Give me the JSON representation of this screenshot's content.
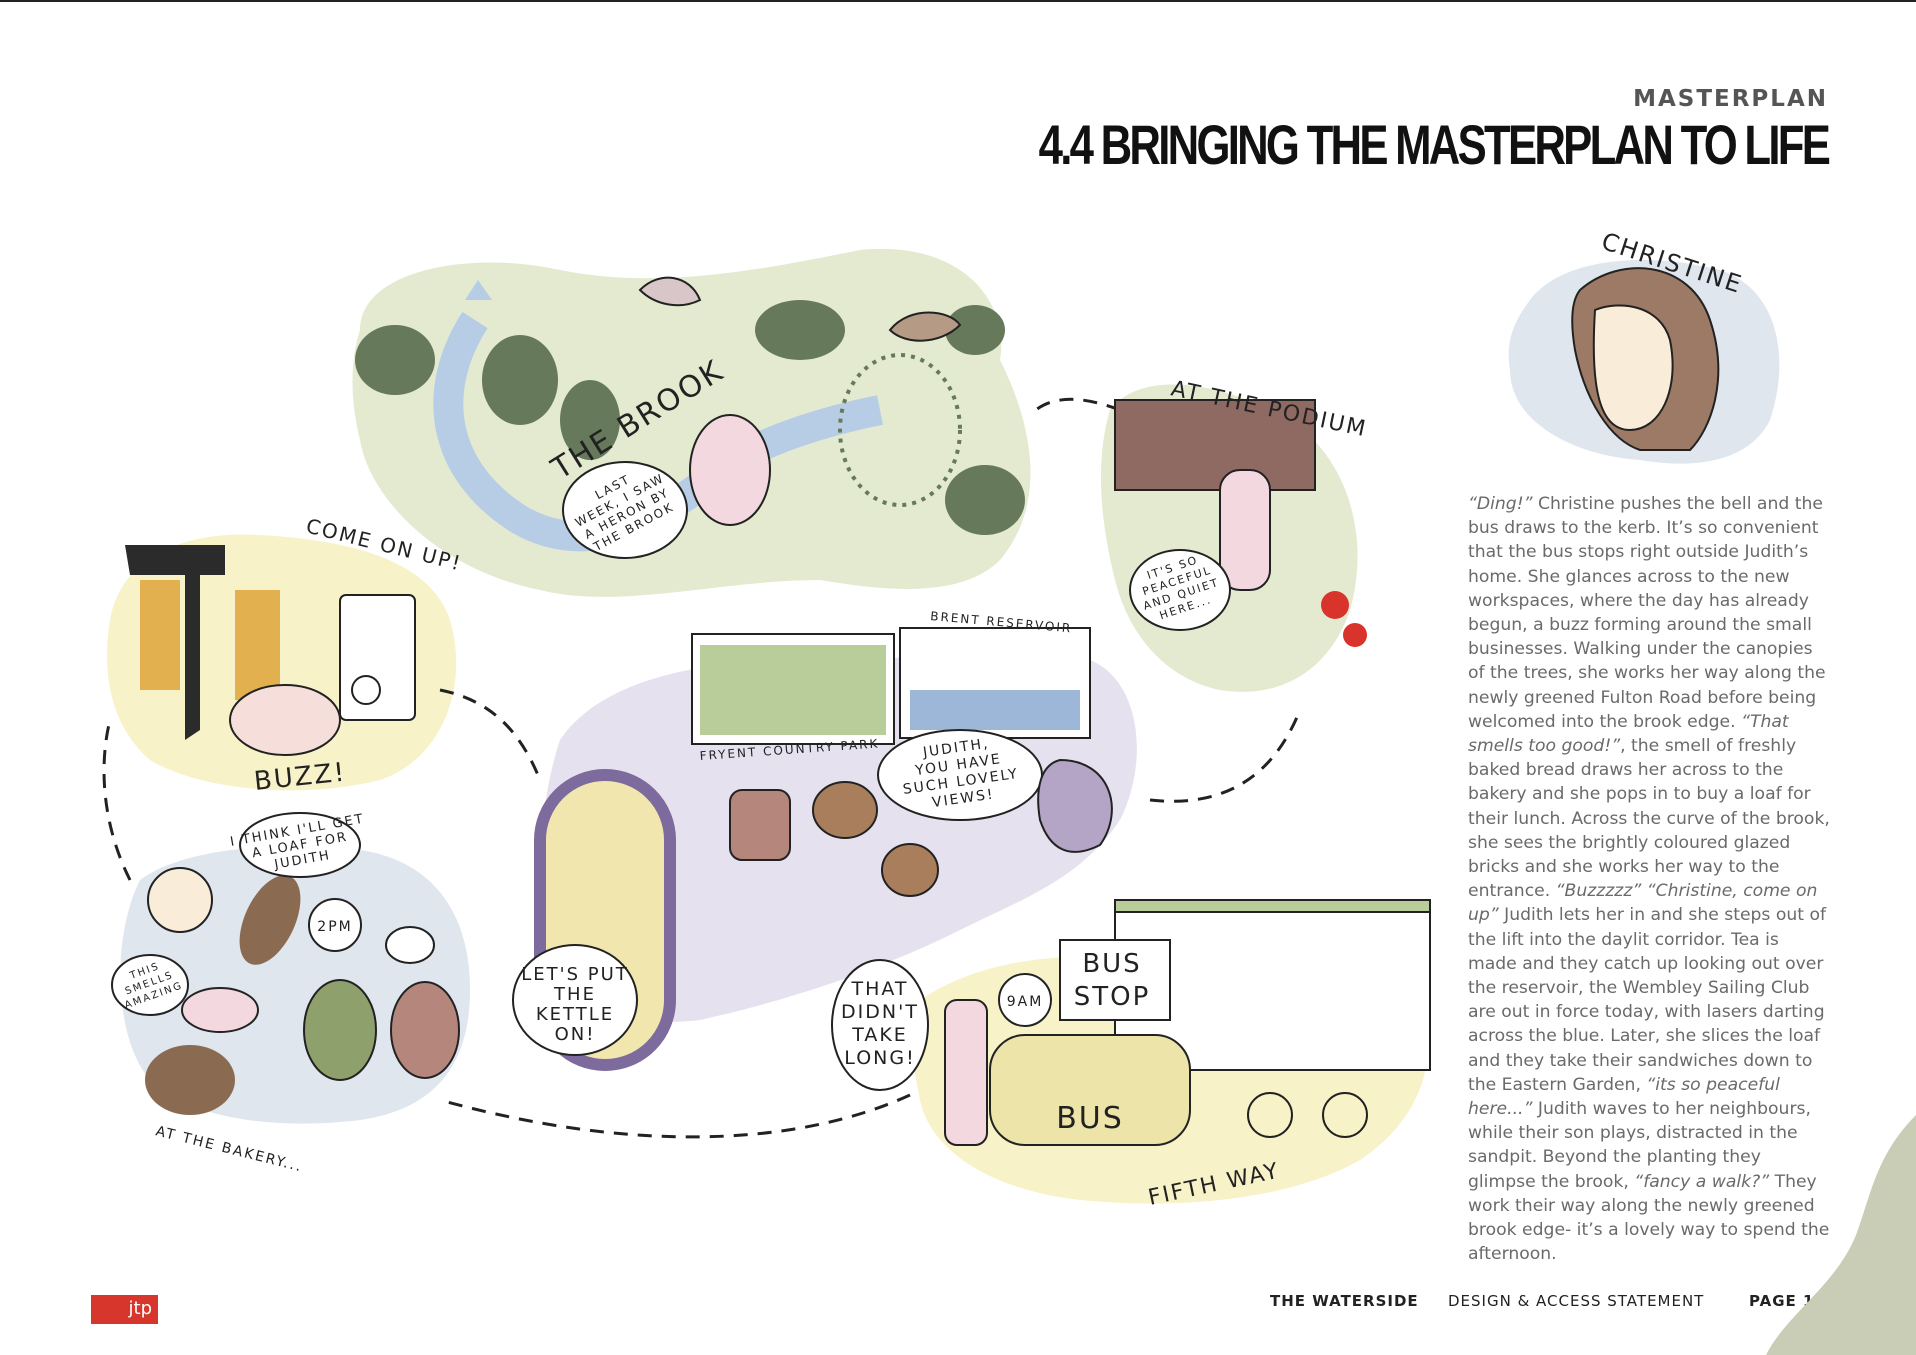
{
  "header": {
    "section": "MASTERPLAN",
    "title": "4.4 BRINGING THE MASTERPLAN TO LIFE"
  },
  "illustration": {
    "brook": {
      "title": "THE BROOK",
      "speech": [
        "LAST",
        "WEEK, I SAW",
        "A HERON BY",
        "THE BROOK"
      ]
    },
    "podium": {
      "title": "AT THE PODIUM",
      "speech": [
        "IT'S SO",
        "PEACEFUL",
        "AND QUIET",
        "HERE..."
      ]
    },
    "christine": {
      "name": "CHRISTINE"
    },
    "entrance": {
      "shout": "COME ON UP!",
      "buzz": "BUZZ!"
    },
    "flat": {
      "park_label": "FRYENT COUNTRY PARK",
      "reservoir_label": "BRENT RESERVOIR",
      "speech_kettle": [
        "LET'S PUT",
        "THE",
        "KETTLE",
        "ON!"
      ],
      "speech_views": [
        "JUDITH,",
        "YOU HAVE",
        "SUCH LOVELY",
        "VIEWS!"
      ]
    },
    "bakery": {
      "title": "AT THE BAKERY...",
      "time": "2PM",
      "speech_loaf": [
        "I THINK I'LL GET",
        "A LOAF FOR",
        "JUDITH"
      ],
      "speech_smell": [
        "THIS",
        "SMELLS",
        "AMAZING"
      ]
    },
    "fifth_way": {
      "title": "FIFTH WAY",
      "time": "9AM",
      "bus_stop": [
        "BUS",
        "STOP"
      ],
      "bus": "BUS",
      "speech": [
        "THAT",
        "DIDN'T",
        "TAKE",
        "LONG!"
      ]
    }
  },
  "story": {
    "segments": [
      {
        "text": "“Ding!”",
        "italic": true
      },
      {
        "text": " Christine pushes the bell and the bus draws to the kerb. It’s so convenient that the bus stops right outside Judith’s home. She glances across to the new workspaces, where the day has already begun, a buzz forming around the small businesses. Walking under the canopies of the trees, she works her way along the newly greened Fulton Road before being welcomed into the brook edge. ",
        "italic": false
      },
      {
        "text": "“That smells too good!”",
        "italic": true
      },
      {
        "text": ", the smell of freshly baked bread draws her across to the bakery and she pops in to buy a loaf for their lunch. Across the curve of the brook, she sees the brightly coloured glazed bricks and she works her way to the entrance. ",
        "italic": false
      },
      {
        "text": "“Buzzzzz” “Christine, come on up”",
        "italic": true
      },
      {
        "text": " Judith lets her in and she steps out of the lift into the daylit corridor. Tea is made and they catch up looking out over the reservoir, the Wembley Sailing Club are out in force today, with lasers darting across the blue. Later, she slices the loaf and they take their sandwiches down to the Eastern Garden, ",
        "italic": false
      },
      {
        "text": "“its so peaceful here...”",
        "italic": true
      },
      {
        "text": " Judith waves to her neighbours, while their son plays, distracted in the sandpit. Beyond the planting they glimpse the brook, ",
        "italic": false
      },
      {
        "text": "“fancy a walk?”",
        "italic": true
      },
      {
        "text": " They work their way along the newly greened brook edge- it’s a lovely way to spend the afternoon.",
        "italic": false
      }
    ]
  },
  "footer": {
    "logo": "jtp",
    "project": "THE WATERSIDE",
    "document": "DESIGN & ACCESS STATEMENT",
    "page": "PAGE 101"
  },
  "colors": {
    "sage": "#c9cdb6",
    "blob_green": "#e3ead0",
    "blob_purple": "#e6e1ee",
    "blob_yellow": "#f8f2c8",
    "blob_blue": "#dfe6ee",
    "tree_dark": "#66795a",
    "water": "#b7cde6",
    "logo_red": "#d6362c"
  }
}
